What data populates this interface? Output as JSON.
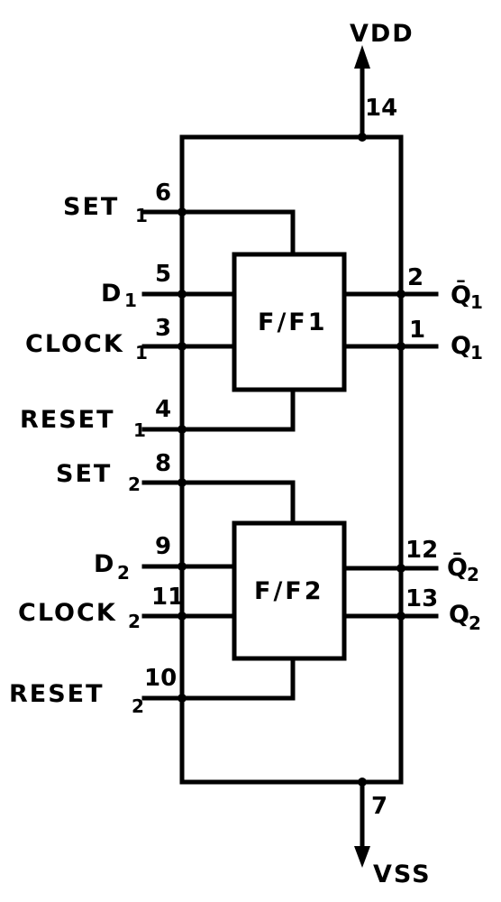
{
  "supply": {
    "vdd_label": "VDD",
    "vdd_pin": "14",
    "vss_label": "VSS",
    "vss_pin": "7"
  },
  "flipflops": [
    {
      "block_label": "F/F1",
      "inputs": [
        {
          "name": "SET",
          "sub": "1",
          "pin": "6"
        },
        {
          "name": "D",
          "sub": "1",
          "pin": "5"
        },
        {
          "name": "CLOCK",
          "sub": "1",
          "pin": "3"
        },
        {
          "name": "RESET",
          "sub": "1",
          "pin": "4"
        }
      ],
      "outputs": [
        {
          "name": "Q̄",
          "sub": "1",
          "pin": "2"
        },
        {
          "name": "Q",
          "sub": "1",
          "pin": "1"
        }
      ]
    },
    {
      "block_label": "F/F2",
      "inputs": [
        {
          "name": "SET",
          "sub": "2",
          "pin": "8"
        },
        {
          "name": "D",
          "sub": "2",
          "pin": "9"
        },
        {
          "name": "CLOCK",
          "sub": "2",
          "pin": "11"
        },
        {
          "name": "RESET",
          "sub": "2",
          "pin": "10"
        }
      ],
      "outputs": [
        {
          "name": "Q̄",
          "sub": "2",
          "pin": "12"
        },
        {
          "name": "Q",
          "sub": "2",
          "pin": "13"
        }
      ]
    }
  ]
}
